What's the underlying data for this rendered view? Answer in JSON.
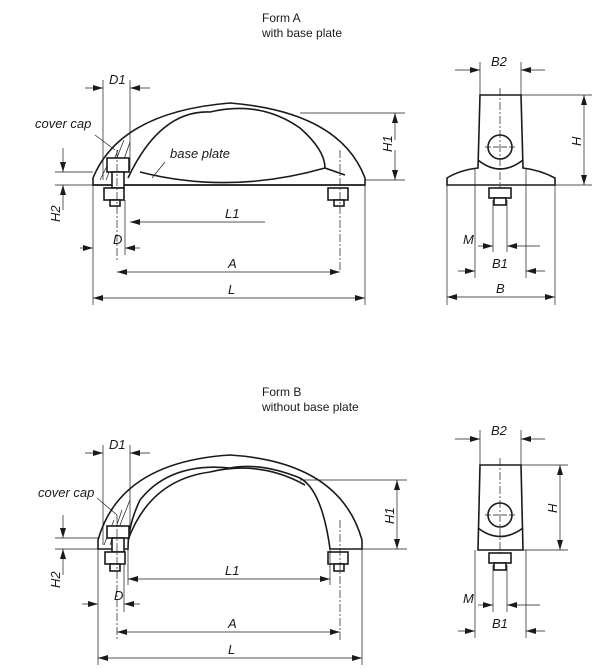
{
  "form_a": {
    "title": "Form A",
    "subtitle": "with base plate",
    "labels": {
      "cover_cap": "cover cap",
      "base_plate": "base plate"
    },
    "dims": {
      "D1": "D1",
      "H1": "H1",
      "H2": "H2",
      "L1": "L1",
      "D": "D",
      "A": "A",
      "L": "L",
      "B2": "B2",
      "H": "H",
      "M": "M",
      "B1": "B1",
      "B": "B"
    }
  },
  "form_b": {
    "title": "Form B",
    "subtitle": "without base plate",
    "labels": {
      "cover_cap": "cover cap"
    },
    "dims": {
      "D1": "D1",
      "H1": "H1",
      "H2": "H2",
      "L1": "L1",
      "D": "D",
      "A": "A",
      "L": "L",
      "B2": "B2",
      "H": "H",
      "M": "M",
      "B1": "B1"
    }
  }
}
